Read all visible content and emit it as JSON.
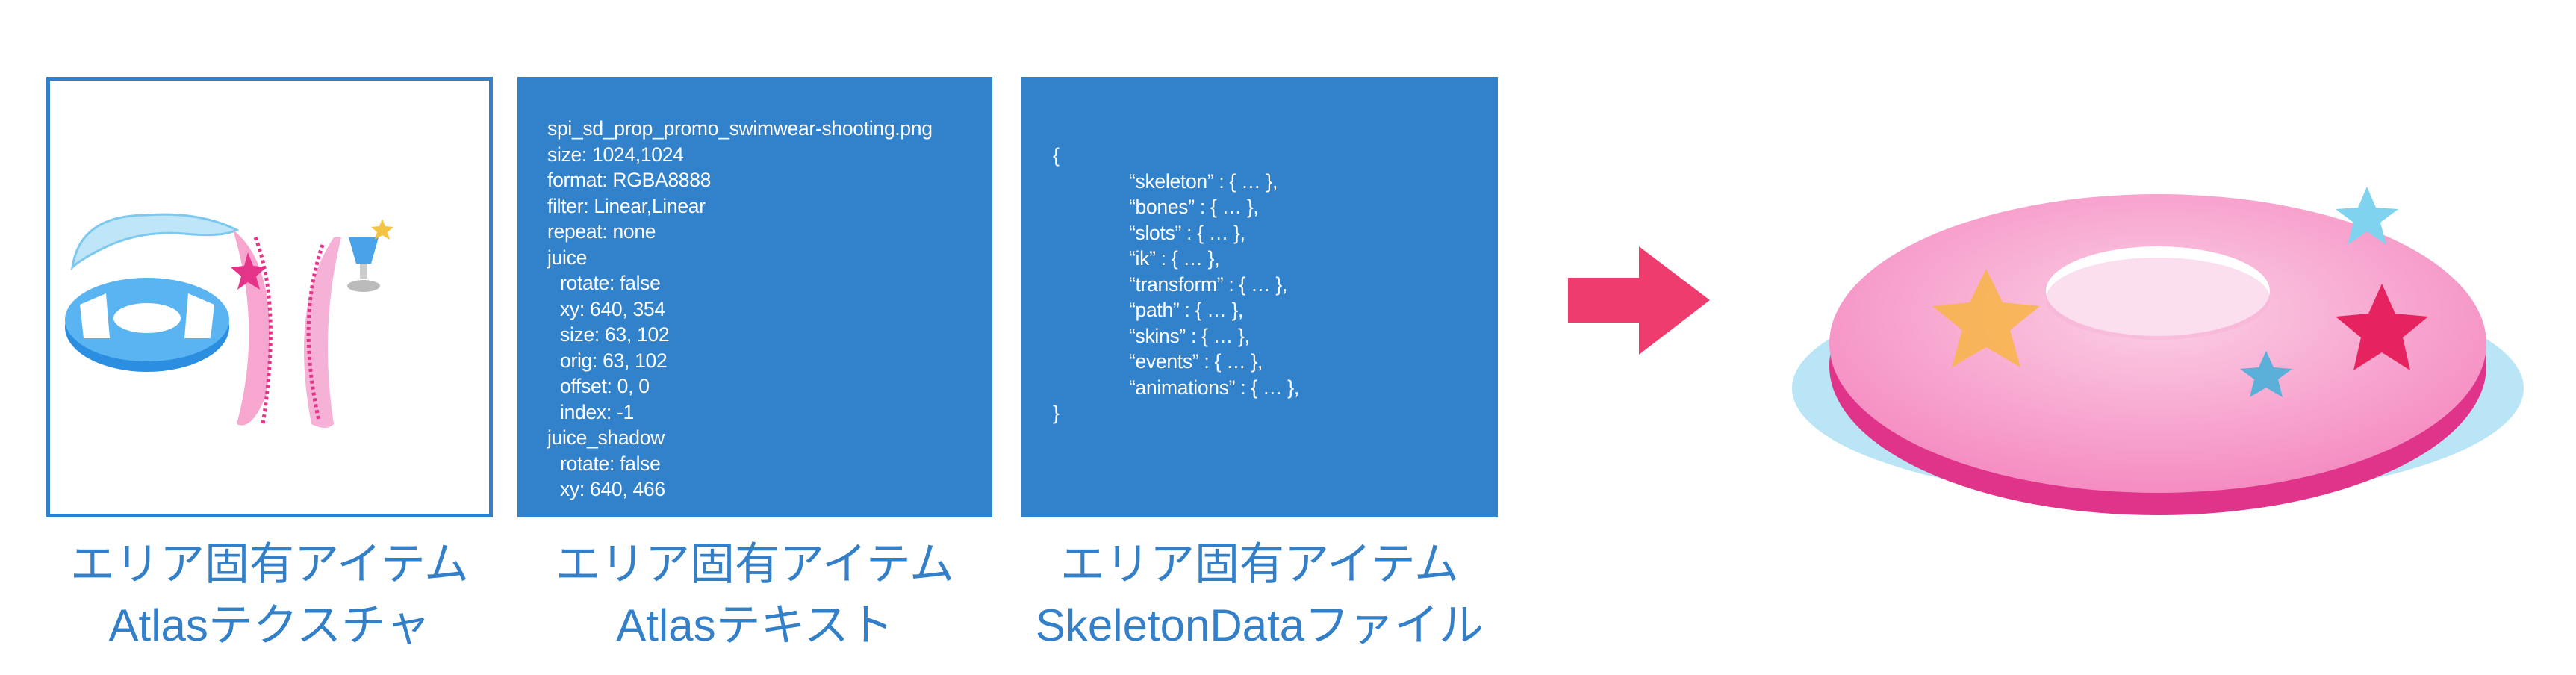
{
  "atlas_texture": {
    "caption_line1": "エリア固有アイテム",
    "caption_line2": "Atlasテクスチャ"
  },
  "atlas_text": {
    "caption_line1": "エリア固有アイテム",
    "caption_line2": "Atlasテキスト",
    "lines": [
      "spi_sd_prop_promo_swimwear-shooting.png",
      "size: 1024,1024",
      "format: RGBA8888",
      "filter: Linear,Linear",
      "repeat: none",
      "juice",
      "rotate: false",
      "xy: 640, 354",
      "size: 63, 102",
      "orig: 63, 102",
      "offset: 0, 0",
      "index: -1",
      "juice_shadow",
      "rotate: false",
      "xy: 640, 466"
    ]
  },
  "skeleton_data": {
    "caption_line1": "エリア固有アイテム",
    "caption_line2": "SkeletonDataファイル",
    "open": "{",
    "close": "}",
    "entries": [
      "“skeleton” : { … },",
      "“bones” : { … },",
      "“slots” : { … },",
      "“ik” : { … },",
      "“transform” : { … },",
      "“path” : { … },",
      "“skins” : { … },",
      "“events” : { … },",
      "“animations” : { … },"
    ]
  },
  "colors": {
    "box": "#3281cb",
    "caption": "#3380c9",
    "arrow": "#ef3c6e"
  }
}
